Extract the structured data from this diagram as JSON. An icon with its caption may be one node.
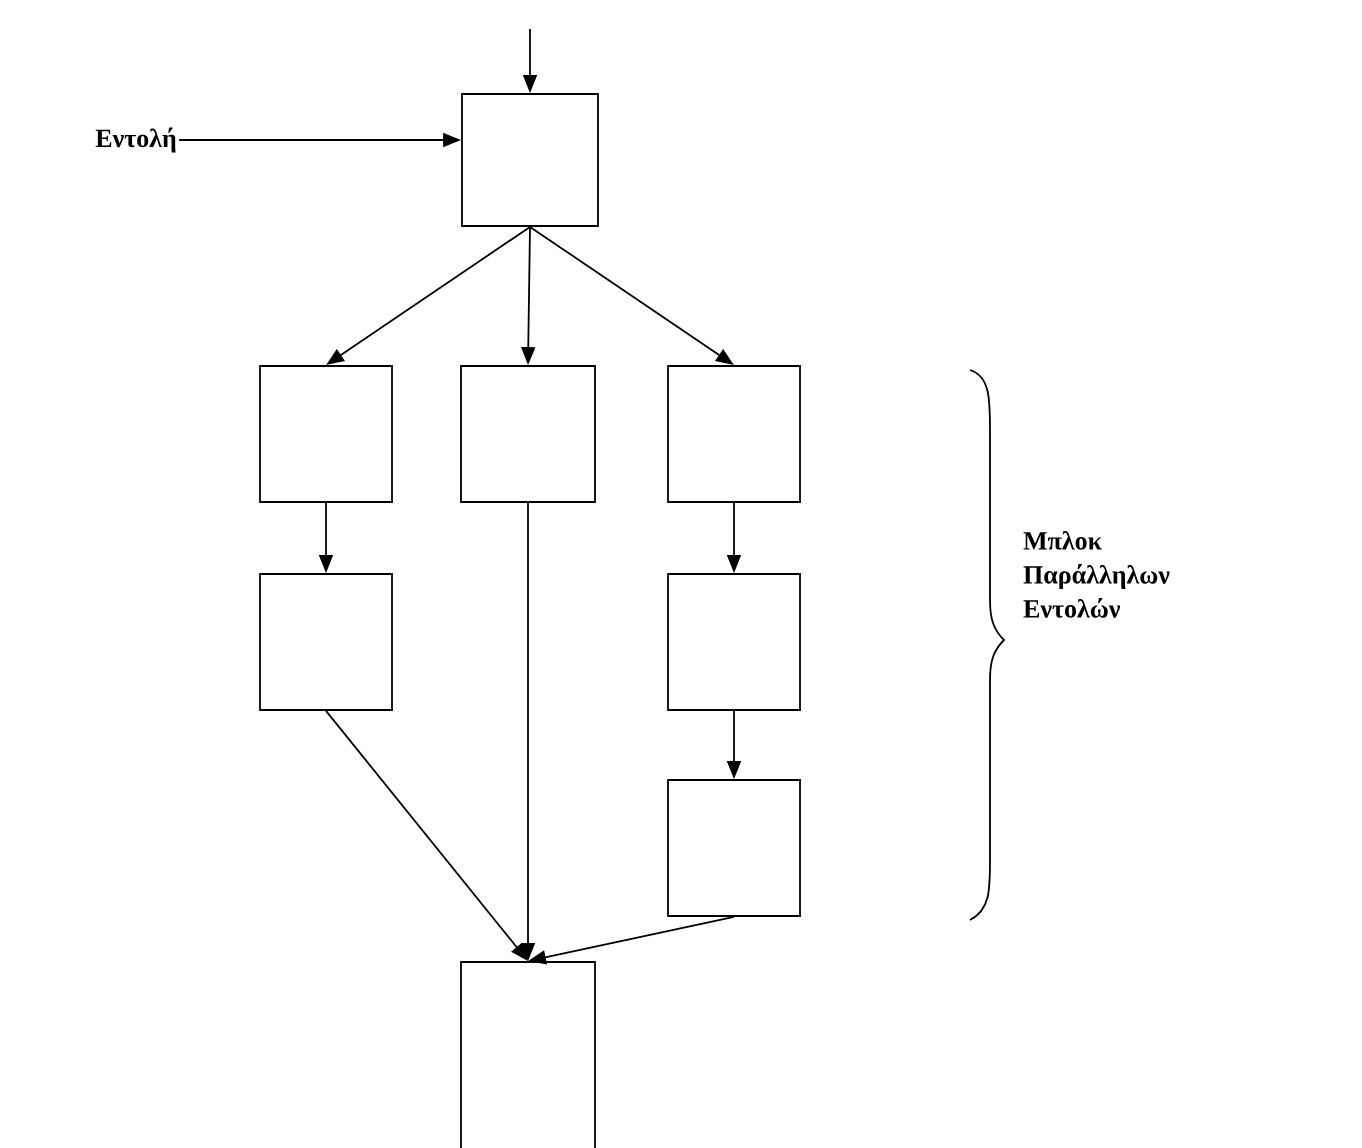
{
  "diagram": {
    "nodes": [
      {
        "text": [
          "Εντολή"
        ]
      },
      {
        "text": [],
        "shape": "box"
      },
      {
        "text": [],
        "shape": "box"
      },
      {
        "text": [],
        "shape": "box"
      },
      {
        "text": [],
        "shape": "box"
      },
      {
        "text": [],
        "shape": "box"
      },
      {
        "text": [],
        "shape": "box"
      },
      {
        "text": [],
        "shape": "box"
      },
      {
        "text": [],
        "shape": "box"
      }
    ],
    "edges": [
      {
        "from": null,
        "to": 1,
        "arrow": "to"
      },
      {
        "from": 0,
        "to": 1,
        "arrow": "to"
      },
      {
        "from": 1,
        "to": 2,
        "arrow": "to"
      },
      {
        "from": 1,
        "to": 3,
        "arrow": "to"
      },
      {
        "from": 1,
        "to": 4,
        "arrow": "to"
      },
      {
        "from": 2,
        "to": 5,
        "arrow": "to"
      },
      {
        "from": 4,
        "to": 6,
        "arrow": "to"
      },
      {
        "from": 6,
        "to": 7,
        "arrow": "to"
      },
      {
        "from": 5,
        "to": 8,
        "arrow": "to"
      },
      {
        "from": 3,
        "to": 8,
        "arrow": "to"
      },
      {
        "from": 7,
        "to": 8,
        "arrow": "to"
      }
    ],
    "labels": [
      "Μπλοκ Παράλληλων Εντολών"
    ]
  }
}
